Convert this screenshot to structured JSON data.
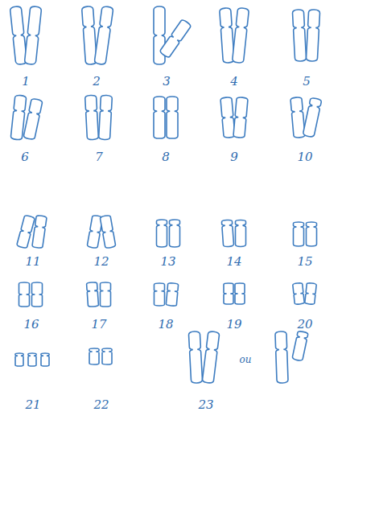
{
  "diagram": {
    "labels": [
      "1",
      "2",
      "3",
      "4",
      "5",
      "6",
      "7",
      "8",
      "9",
      "10",
      "11",
      "12",
      "13",
      "14",
      "15",
      "16",
      "17",
      "18",
      "19",
      "20",
      "21",
      "22",
      "23",
      "ou"
    ]
  }
}
